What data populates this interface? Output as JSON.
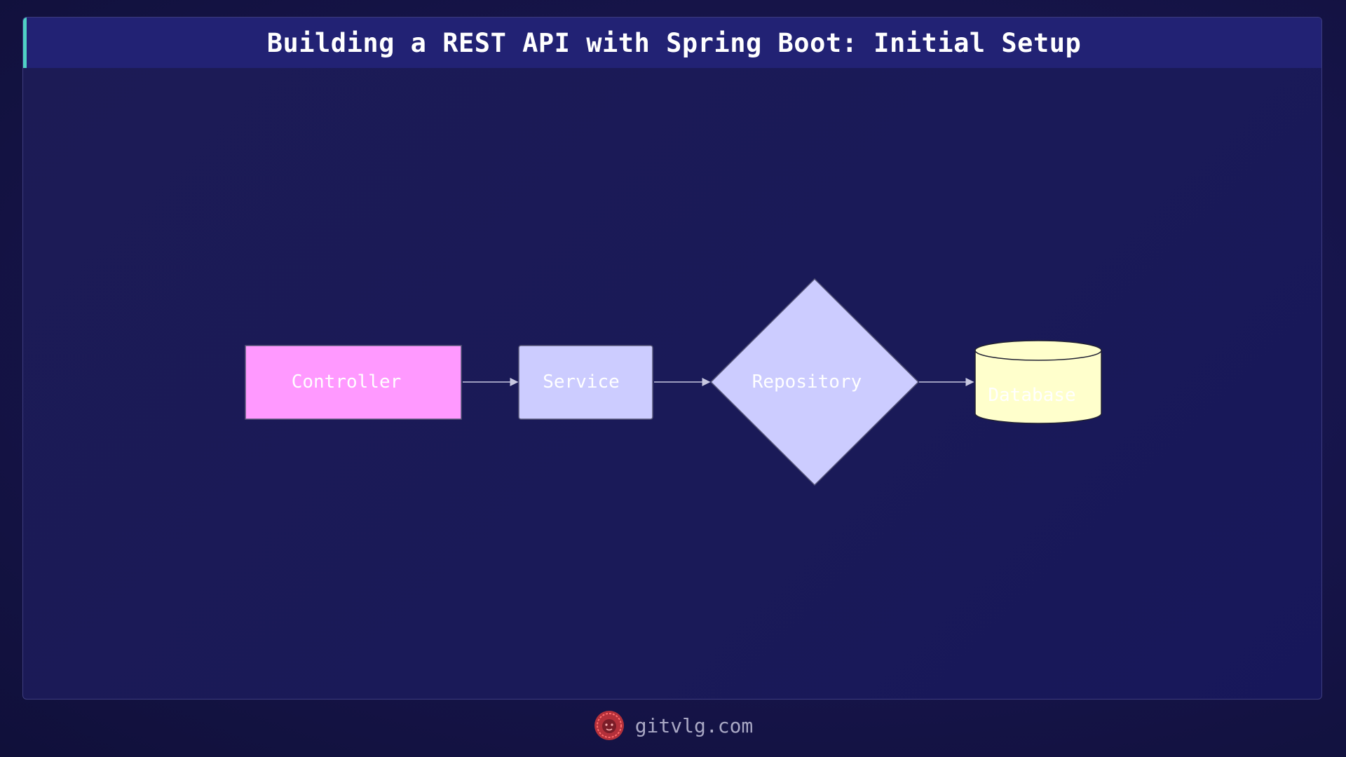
{
  "title": "Building a REST API with Spring Boot: Initial Setup",
  "nodes": {
    "controller": {
      "label": "Controller",
      "shape": "rectangle",
      "fill": "#ff99ff"
    },
    "service": {
      "label": "Service",
      "shape": "rounded-rectangle",
      "fill": "#ccccff"
    },
    "repository": {
      "label": "Repository",
      "shape": "diamond",
      "fill": "#ccccff"
    },
    "database": {
      "label": "Database",
      "shape": "cylinder",
      "fill": "#ffffcc"
    }
  },
  "edges": [
    {
      "from": "Controller",
      "to": "Service"
    },
    {
      "from": "Service",
      "to": "Repository"
    },
    {
      "from": "Repository",
      "to": "Database"
    }
  ],
  "footer": {
    "site": "gitvlg.com",
    "logo_icon": "lion-head-icon"
  },
  "colors": {
    "accent": "#4fd1c5",
    "title_bar": "#222274",
    "edge": "#c8c8e0"
  }
}
